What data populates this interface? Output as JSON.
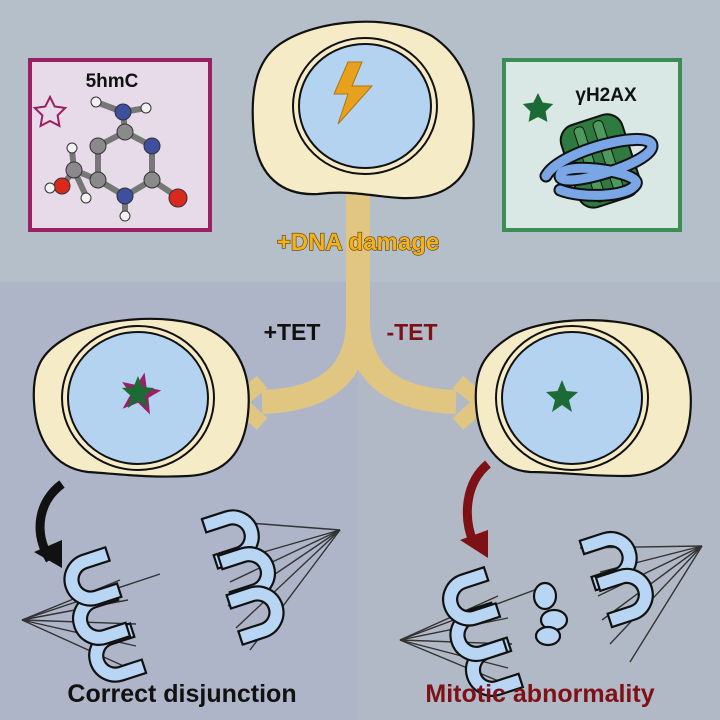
{
  "legend": {
    "left_label": "5hmC",
    "right_label": "γH2AX"
  },
  "labels": {
    "damage": "+DNA damage",
    "plus_tet": "+TET",
    "minus_tet": "-TET",
    "outcome_left": "Correct disjunction",
    "outcome_right": "Mitotic abnormality"
  },
  "colors": {
    "top_bg": "#b4bfca",
    "bottom_left_bg": "#aeb5c8",
    "bottom_right_bg": "#b2b9c6",
    "cytoplasm": "#f5ebc7",
    "nucleus": "#b3d3f1",
    "damage_path": "#e1c682",
    "damage_text": "#f4b11c",
    "lightning": "#e7a21d",
    "box_5hmc_border": "#9b1f63",
    "box_5hmc_fill": "#e8dbe9",
    "box_h2ax_border": "#3e8d55",
    "box_h2ax_fill": "#d9e7e5",
    "star_5hmc": "#9b1f63",
    "star_h2ax": "#1d6b34",
    "arrow_left": "#111111",
    "arrow_right": "#7d1116",
    "text_left": "#111111",
    "text_right": "#7d1116"
  },
  "icons": {
    "damage": "lightning-icon",
    "mark_5hmc": "outline-star-icon",
    "mark_h2ax": "filled-star-icon"
  }
}
